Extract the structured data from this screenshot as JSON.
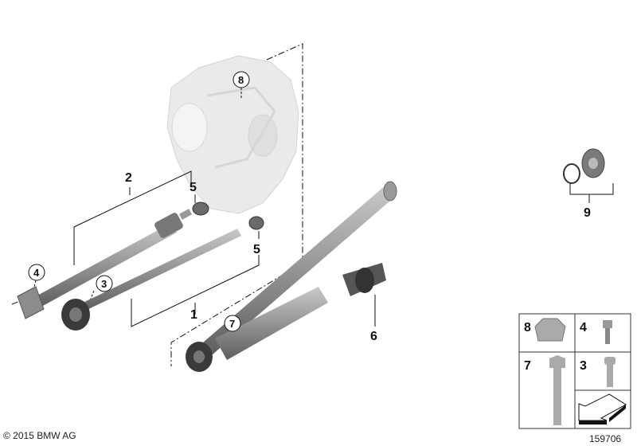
{
  "callouts": {
    "shaft_rear": "1",
    "shaft_front": "2",
    "flex_disc_bolt": "3",
    "joint_bolt": "4",
    "cap_upper": "5",
    "cap_lower": "5",
    "center_bearing": "6",
    "main_flex_bolt": "7",
    "transfer_case_nut": "8",
    "flange_ring": "9"
  },
  "legend_box": {
    "cells": [
      {
        "label": "8",
        "part": "self-locking-nut"
      },
      {
        "label": "4",
        "part": "flange-bolt"
      },
      {
        "label": "7",
        "part": "hex-bolt-long"
      },
      {
        "label": "3",
        "part": "hex-bolt-short"
      }
    ]
  },
  "footer": {
    "copyright": "© 2015 BMW AG",
    "diagram_number": "159706"
  },
  "colors": {
    "part_gray": "#8a8a8a",
    "housing": "#e6e6e6",
    "line": "#111111"
  }
}
